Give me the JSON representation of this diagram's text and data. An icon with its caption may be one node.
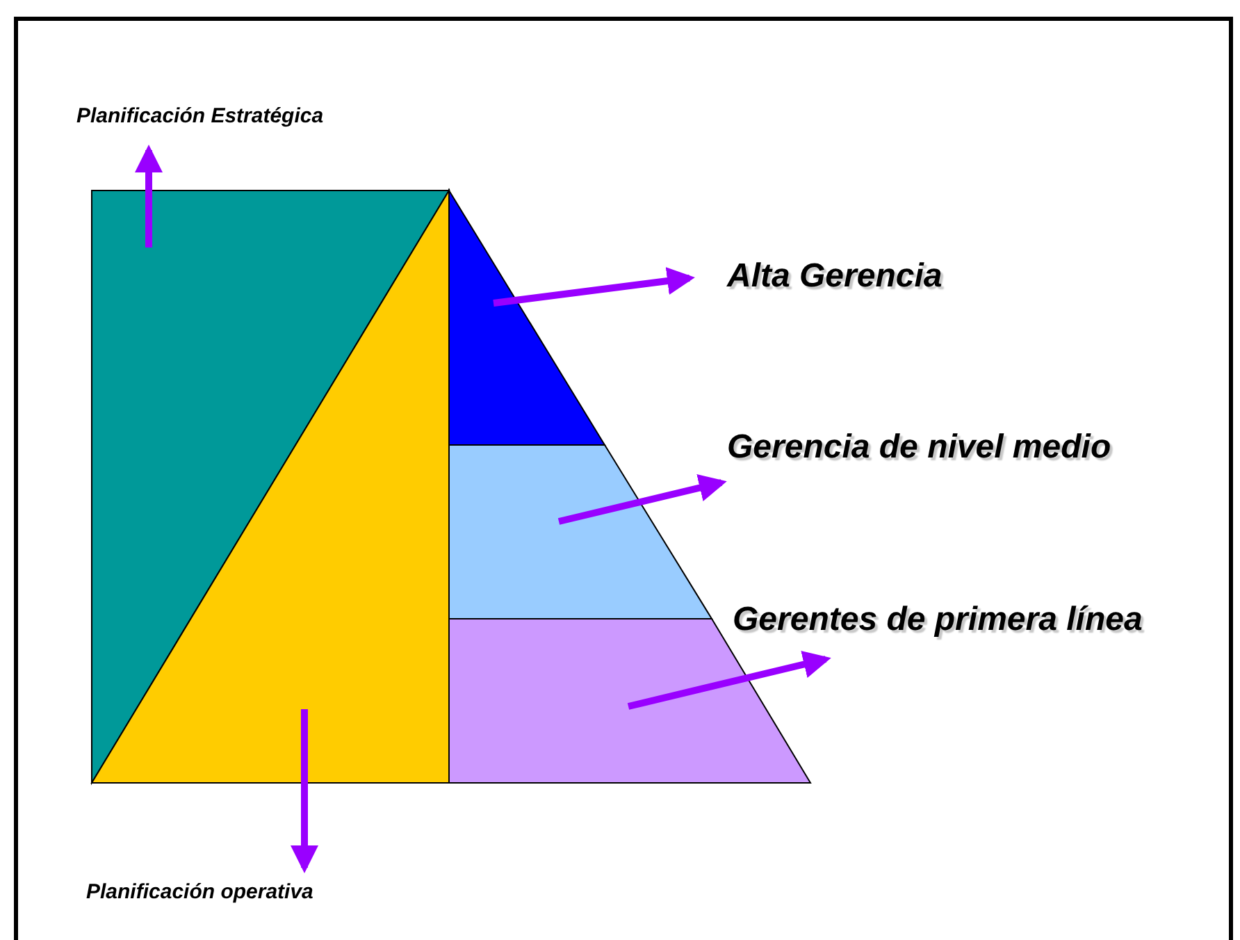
{
  "diagram": {
    "nodes": [
      {
        "text": [
          "Planificación Estratégica"
        ]
      },
      {
        "text": [],
        "shape": "triangle"
      },
      {
        "text": [],
        "shape": "triangle"
      },
      {
        "text": [],
        "shape": "triangle"
      },
      {
        "text": [
          "Alta Gerencia"
        ]
      },
      {
        "text": [],
        "shape": "trapezoid"
      },
      {
        "text": [
          "Gerencia de nivel medio"
        ]
      },
      {
        "text": [],
        "shape": "trapezoid"
      },
      {
        "text": [
          "Gerentes de primera línea"
        ]
      },
      {
        "text": [
          "Planificación operativa"
        ]
      }
    ],
    "edges": [
      {
        "from": 1,
        "to": 0,
        "arrow": "to"
      },
      {
        "from": 2,
        "to": 9,
        "arrow": "to"
      },
      {
        "from": 3,
        "to": 4,
        "arrow": "to"
      },
      {
        "from": 5,
        "to": 6,
        "arrow": "to"
      },
      {
        "from": 7,
        "to": 8,
        "arrow": "to"
      }
    ]
  }
}
